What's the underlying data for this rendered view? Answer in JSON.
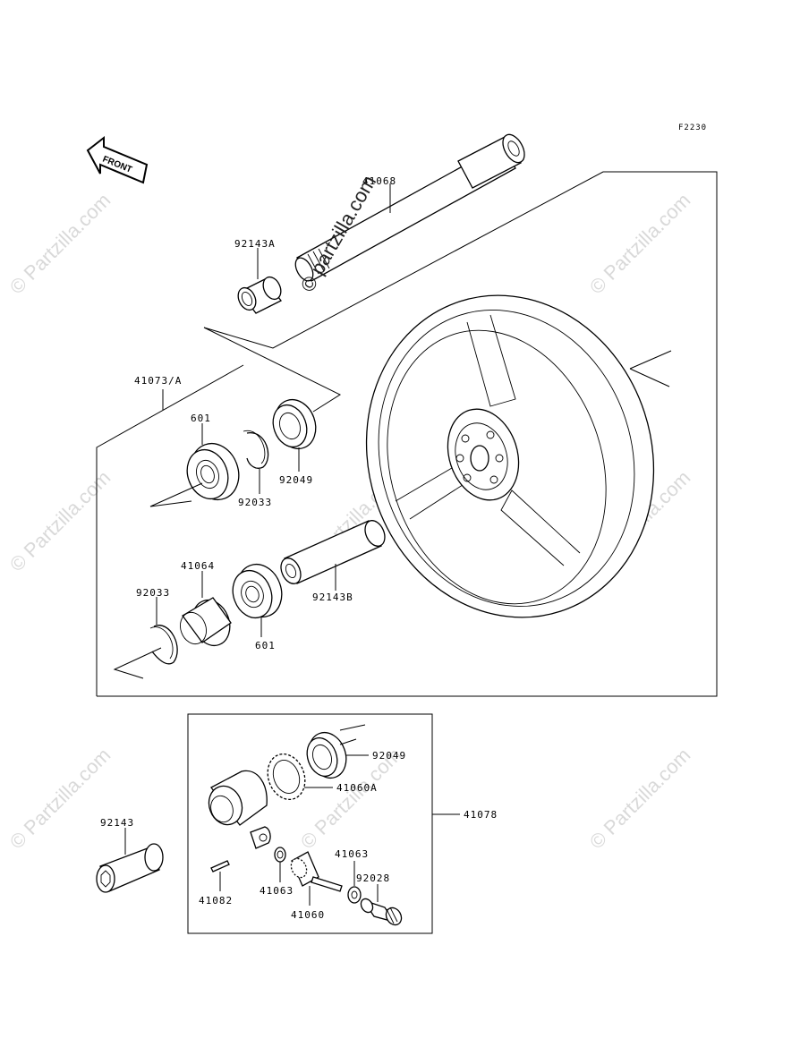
{
  "ref_code": "F2230",
  "front_arrow_text": "FRONT",
  "watermark": {
    "text": "© Partzilla.com",
    "overlay_text": "© partzilla.com"
  },
  "labels": {
    "axle": "41068",
    "collar_a": "92143A",
    "hub_bearing_set": "41073/A",
    "bearing_upper": "601",
    "circlip_upper": "92033",
    "seal_upper": "92049",
    "spacer": "41064",
    "circlip_lower": "92033",
    "bearing_lower": "601",
    "collar_b": "92143B",
    "collar": "92143",
    "gear_seal": "92049",
    "gear": "41060A",
    "speedo_gear_housing": "41078",
    "washer_right": "41063",
    "bushing": "92028",
    "pin": "41082",
    "washer_left": "41063",
    "pinion": "41060"
  }
}
